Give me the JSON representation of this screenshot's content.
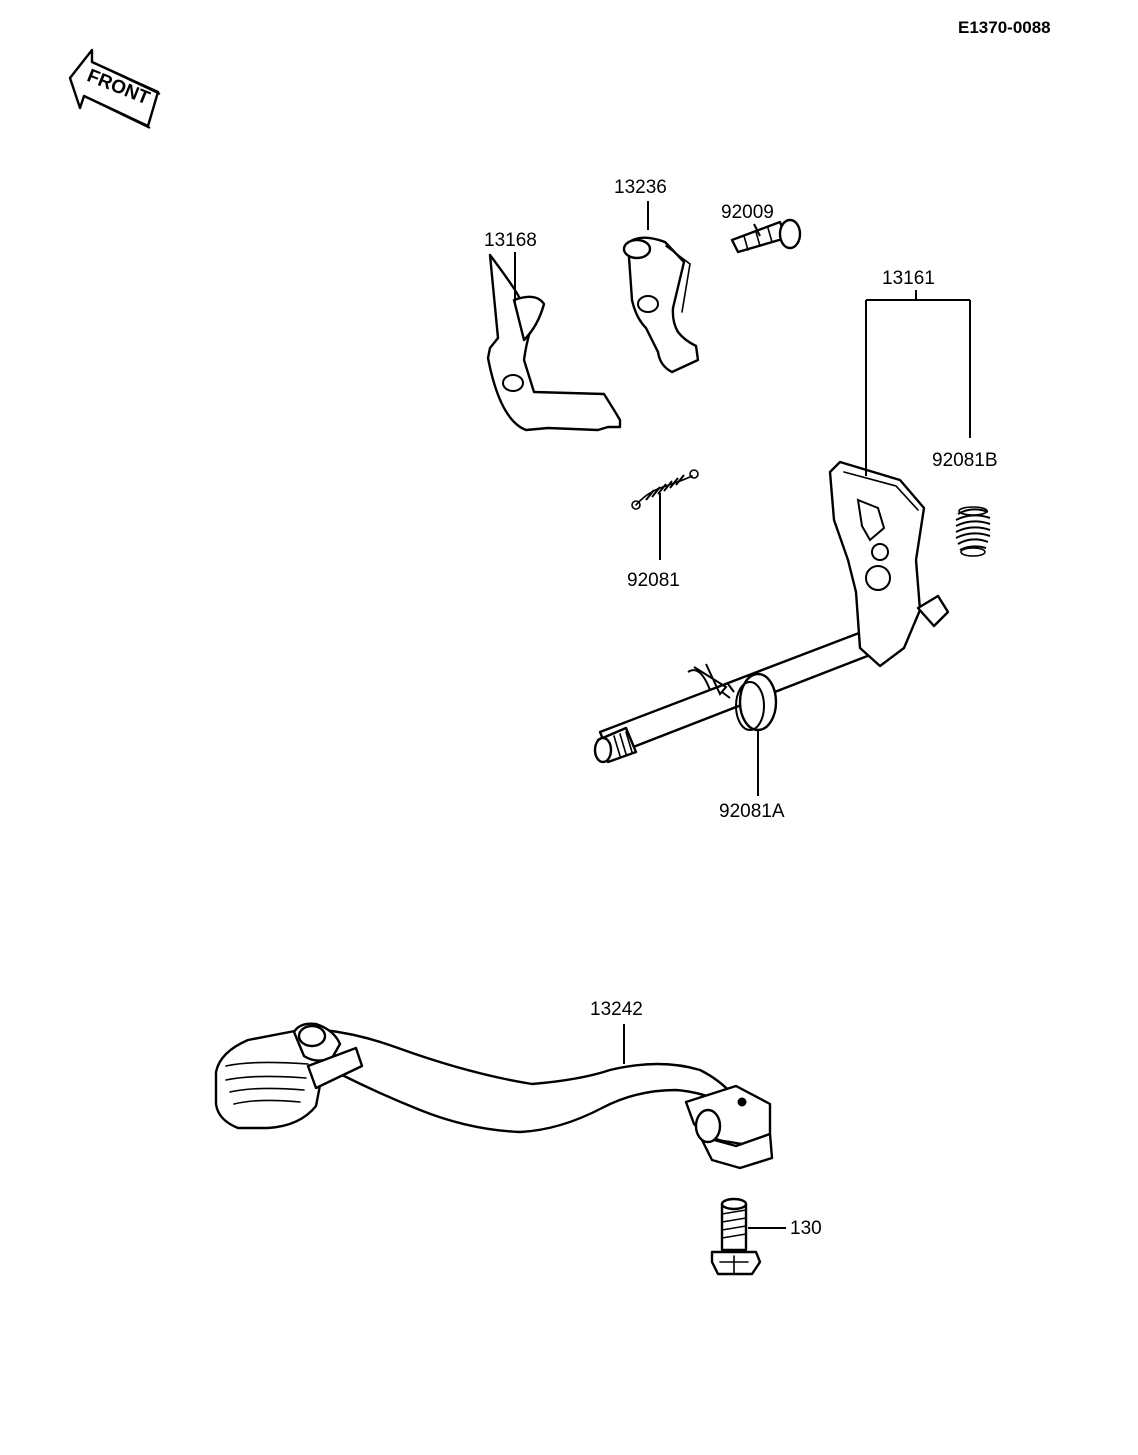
{
  "diagram_code": "E1370-0088",
  "front_label": "FRONT",
  "parts": {
    "p13236": "13236",
    "p92009": "92009",
    "p13168": "13168",
    "p13161": "13161",
    "p92081B": "92081B",
    "p92081": "92081",
    "p92081A": "92081A",
    "p13242": "13242",
    "p130": "130"
  }
}
